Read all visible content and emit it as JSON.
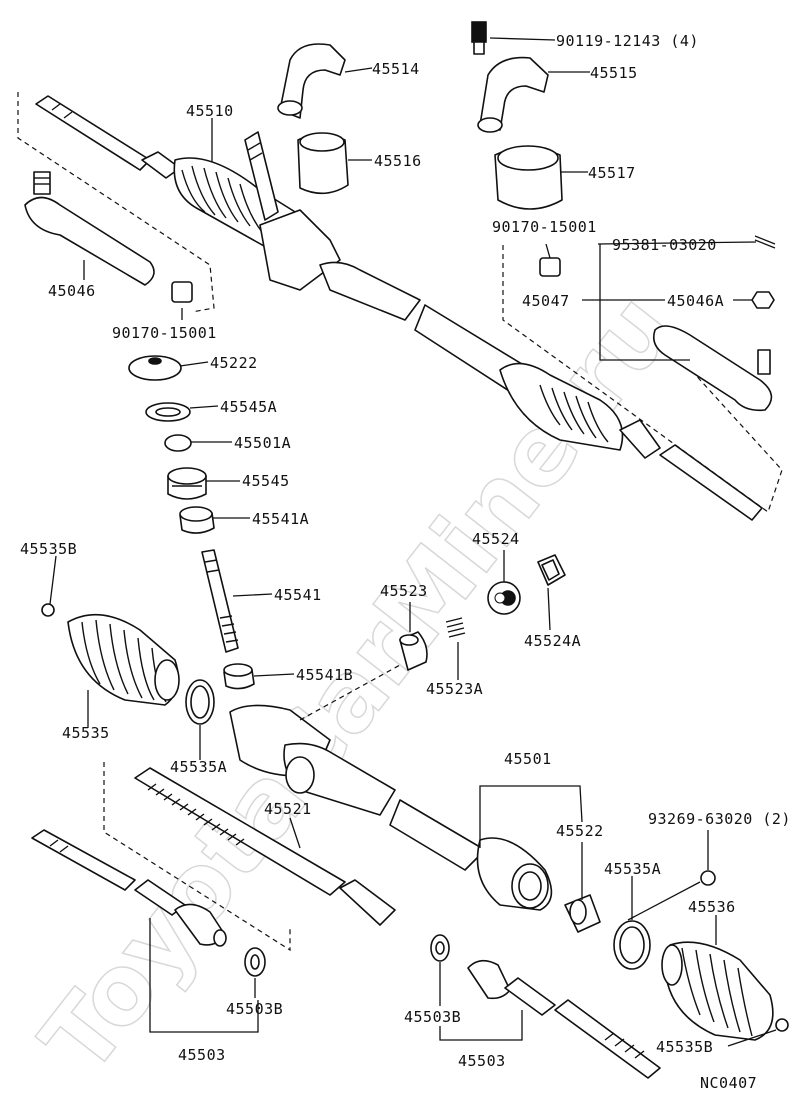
{
  "watermark": "ToyotaCarMine.ru",
  "diagram_code": "NC0407",
  "parts": {
    "p45514": "45514",
    "p45515": "45515",
    "p90119": "90119-12143 (4)",
    "p45510": "45510",
    "p45516": "45516",
    "p45517": "45517",
    "p90170_r": "90170-15001",
    "p95381": "95381-03020",
    "p45046": "45046",
    "p45047": "45047",
    "p45046A": "45046A",
    "p90170_l": "90170-15001",
    "p45222": "45222",
    "p45545A": "45545A",
    "p45501A": "45501A",
    "p45545": "45545",
    "p45541A": "45541A",
    "p45535B_l": "45535B",
    "p45524": "45524",
    "p45541": "45541",
    "p45523": "45523",
    "p45524A": "45524A",
    "p45541B": "45541B",
    "p45523A": "45523A",
    "p45535": "45535",
    "p45535A_l": "45535A",
    "p45501": "45501",
    "p45521": "45521",
    "p45522": "45522",
    "p93269": "93269-63020 (2)",
    "p45535A_r": "45535A",
    "p45536": "45536",
    "p45503B_l": "45503B",
    "p45503B_r": "45503B",
    "p45503_l": "45503",
    "p45535B_r": "45535B",
    "p45503_r": "45503"
  }
}
